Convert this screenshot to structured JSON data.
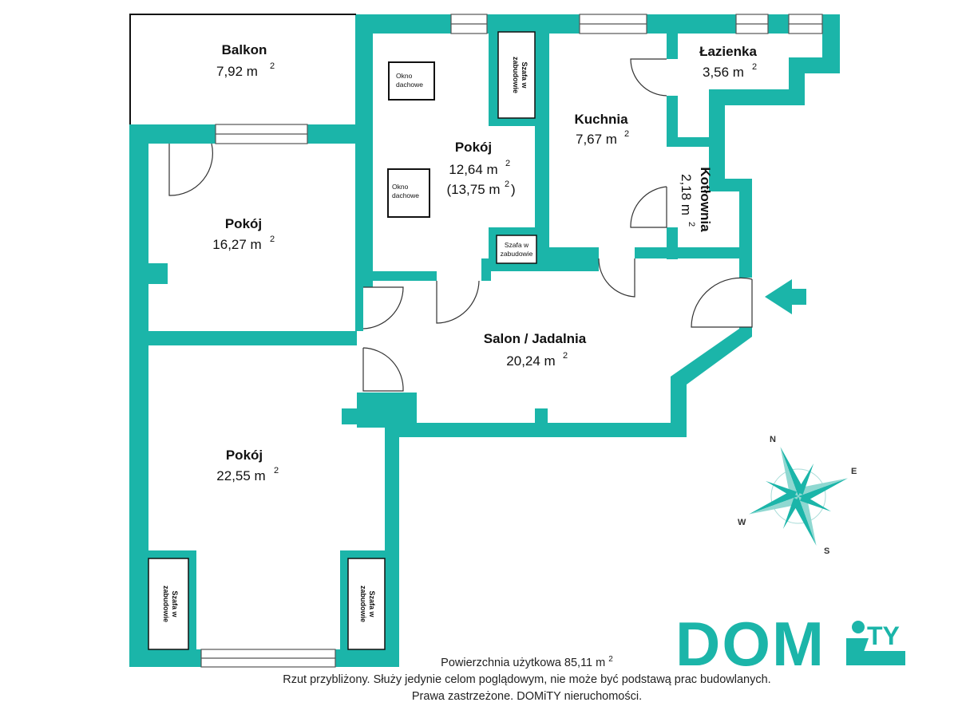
{
  "colors": {
    "wall": "#1bb5a9",
    "background": "#ffffff",
    "text": "#111111"
  },
  "rooms": [
    {
      "id": "balkon",
      "name": "Balkon",
      "area": "7,92 m",
      "exp": "2"
    },
    {
      "id": "lazienka",
      "name": "Łazienka",
      "area": "3,56 m",
      "exp": "2"
    },
    {
      "id": "kuchnia",
      "name": "Kuchnia",
      "area": "7,67 m",
      "exp": "2"
    },
    {
      "id": "kotlownia",
      "name": "Kotłownia",
      "area": "2,18 m",
      "exp": "2"
    },
    {
      "id": "pokoj-top",
      "name": "Pokój",
      "area": "12,64 m",
      "exp": "2",
      "area_alt": "(13,75 m",
      "area_alt_exp": "2",
      "area_alt_close": ")"
    },
    {
      "id": "pokoj-left",
      "name": "Pokój",
      "area": "16,27 m",
      "exp": "2"
    },
    {
      "id": "salon",
      "name": "Salon / Jadalnia",
      "area": "20,24 m",
      "exp": "2"
    },
    {
      "id": "pokoj-bottom",
      "name": "Pokój",
      "area": "22,55 m",
      "exp": "2"
    }
  ],
  "labels": {
    "okno_l1": "Okno",
    "okno_l2": "dachowe",
    "szafa_l1": "Szafa w",
    "szafa_l2": "zabudowie"
  },
  "compass": {
    "n": "N",
    "e": "E",
    "s": "S",
    "w": "W"
  },
  "logo": {
    "part1": "DOM",
    "part2": "TY"
  },
  "footer": {
    "area_text": "Powierzchnia użytkowa 85,11 m",
    "area_exp": "2",
    "line2": "Rzut przybliżony. Służy jedynie celom poglądowym, nie może być podstawą prac budowlanych.",
    "line3": "Prawa zastrzeżone. DOMiTY nieruchomości."
  }
}
